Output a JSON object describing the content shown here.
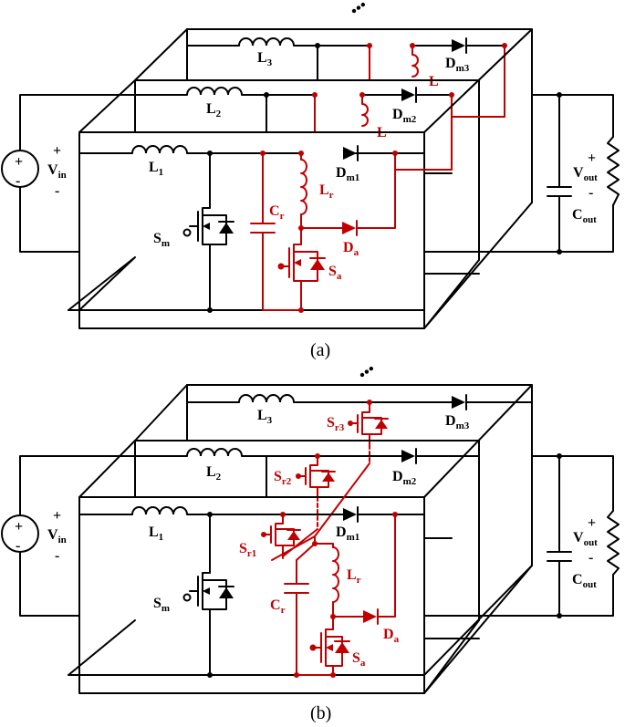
{
  "colors": {
    "main": "#000000",
    "aux": "#c00000"
  },
  "panel_a": {
    "caption": "(a)",
    "ellipsis": "…",
    "labels": {
      "L3_main": "L",
      "L3_sub": "3",
      "L2_main": "L",
      "L2_sub": "2",
      "L1_main": "L",
      "L1_sub": "1",
      "Dm3_main": "D",
      "Dm3_sub": "m3",
      "Dm2_main": "D",
      "Dm2_sub": "m2",
      "Dm1_main": "D",
      "Dm1_sub": "m1",
      "Vin_main": "V",
      "Vin_sub": "in",
      "Vout_main": "V",
      "Vout_sub": "out",
      "Cout_main": "C",
      "Cout_sub": "out",
      "Sm_main": "S",
      "Sm_sub": "m",
      "Cr_main": "C",
      "Cr_sub": "r",
      "Lr_main": "L",
      "Lr_sub": "r",
      "Da_main": "D",
      "Da_sub": "a",
      "Sa_main": "S",
      "Sa_sub": "a",
      "Lr3_partial": "L",
      "Lr2_partial": "L",
      "plus": "+",
      "minus": "-"
    }
  },
  "panel_b": {
    "caption": "(b)",
    "ellipsis": "…",
    "labels": {
      "L3_main": "L",
      "L3_sub": "3",
      "L2_main": "L",
      "L2_sub": "2",
      "L1_main": "L",
      "L1_sub": "1",
      "Dm3_main": "D",
      "Dm3_sub": "m3",
      "Dm2_main": "D",
      "Dm2_sub": "m2",
      "Dm1_main": "D",
      "Dm1_sub": "m1",
      "Vin_main": "V",
      "Vin_sub": "in",
      "Vout_main": "V",
      "Vout_sub": "out",
      "Cout_main": "C",
      "Cout_sub": "out",
      "Sm_main": "S",
      "Sm_sub": "m",
      "Cr_main": "C",
      "Cr_sub": "r",
      "Lr_main": "L",
      "Lr_sub": "r",
      "Da_main": "D",
      "Da_sub": "a",
      "Sa_main": "S",
      "Sa_sub": "a",
      "Sr1_main": "S",
      "Sr1_sub": "r1",
      "Sr2_main": "S",
      "Sr2_sub": "r2",
      "Sr3_main": "S",
      "Sr3_sub": "r3",
      "plus": "+",
      "minus": "-"
    }
  }
}
